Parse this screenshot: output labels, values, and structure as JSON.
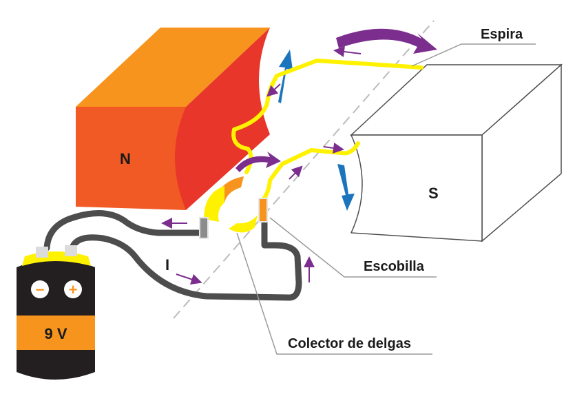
{
  "diagram": {
    "labels": {
      "espira": "Espira",
      "escobilla": "Escobilla",
      "colector": "Colector de delgas",
      "current": "I"
    },
    "poles": {
      "north": "N",
      "south": "S"
    },
    "battery": {
      "voltage": "9 V",
      "minus": "−",
      "plus": "+"
    },
    "colors": {
      "north_top": "#f7941d",
      "north_front": "#f15a24",
      "north_face": "#e8362a",
      "coil": "#fff200",
      "rotation_arrow": "#7b2e8e",
      "force_arrow": "#1c75bc",
      "wire": "#4d4d4d",
      "battery_body": "#231f20",
      "battery_band": "#f7941d",
      "brush": "#f7941d"
    }
  }
}
